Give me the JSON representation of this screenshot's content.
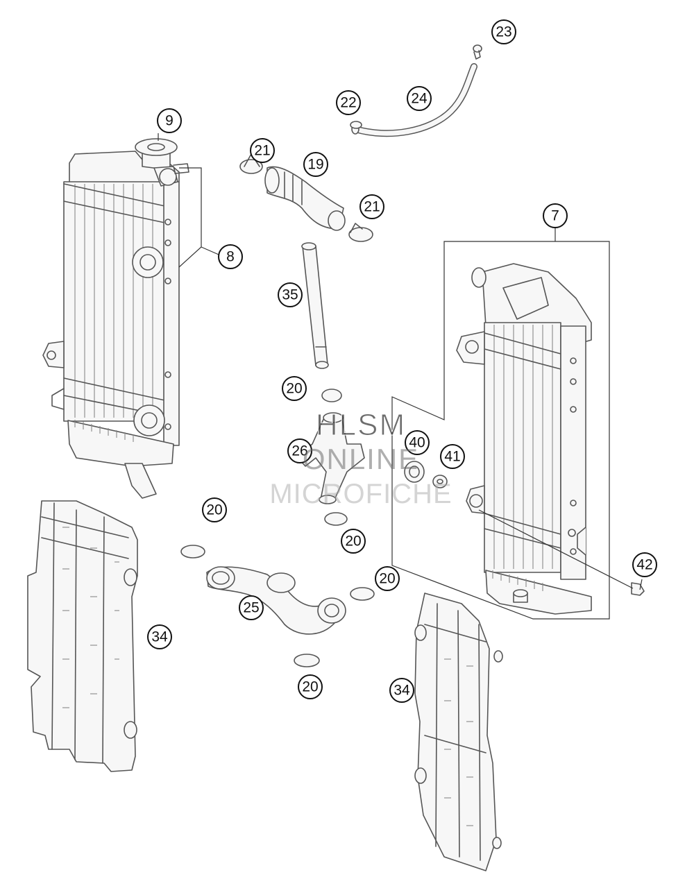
{
  "callouts": [
    {
      "id": "c9",
      "label": "9"
    },
    {
      "id": "c8",
      "label": "8"
    },
    {
      "id": "c23",
      "label": "23"
    },
    {
      "id": "c22",
      "label": "22"
    },
    {
      "id": "c24",
      "label": "24"
    },
    {
      "id": "c21a",
      "label": "21"
    },
    {
      "id": "c19",
      "label": "19"
    },
    {
      "id": "c21b",
      "label": "21"
    },
    {
      "id": "c7",
      "label": "7"
    },
    {
      "id": "c35",
      "label": "35"
    },
    {
      "id": "c20a",
      "label": "20"
    },
    {
      "id": "c26",
      "label": "26"
    },
    {
      "id": "c40",
      "label": "40"
    },
    {
      "id": "c41",
      "label": "41"
    },
    {
      "id": "c20b",
      "label": "20"
    },
    {
      "id": "c20c",
      "label": "20"
    },
    {
      "id": "c20d",
      "label": "20"
    },
    {
      "id": "c42",
      "label": "42"
    },
    {
      "id": "c25",
      "label": "25"
    },
    {
      "id": "c34a",
      "label": "34"
    },
    {
      "id": "c20e",
      "label": "20"
    },
    {
      "id": "c34b",
      "label": "34"
    }
  ],
  "watermark": {
    "line1": "HLSM",
    "line2": "ONLINE",
    "line3": "MICROFICHE"
  }
}
